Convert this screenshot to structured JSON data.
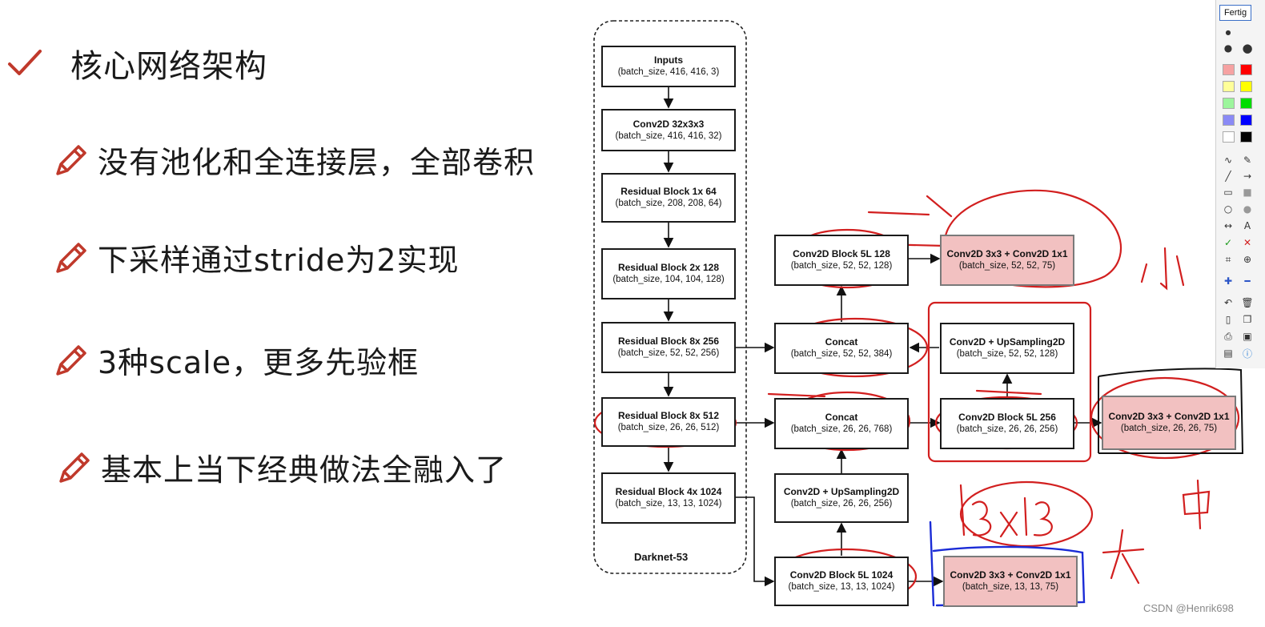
{
  "bullets": {
    "title": "核心网络架构",
    "items": [
      "没有池化和全连接层，全部卷积",
      "下采样通过stride为2实现",
      "3种scale，更多先验框",
      "基本上当下经典做法全融入了"
    ]
  },
  "diagram": {
    "group_label": "Darknet-53",
    "backbone": [
      {
        "name": "Inputs",
        "shape": "(batch_size, 416, 416, 3)"
      },
      {
        "name": "Conv2D 32x3x3",
        "shape": "(batch_size, 416, 416, 32)"
      },
      {
        "name": "Residual Block 1x  64",
        "shape": "(batch_size, 208, 208, 64)"
      },
      {
        "name": "Residual Block 2x  128",
        "shape": "(batch_size, 104, 104, 128)"
      },
      {
        "name": "Residual Block 8x  256",
        "shape": "(batch_size, 52, 52, 256)"
      },
      {
        "name": "Residual Block 8x  512",
        "shape": "(batch_size, 26, 26, 512)"
      },
      {
        "name": "Residual Block 4x  1024",
        "shape": "(batch_size, 13, 13, 1024)"
      }
    ],
    "neck": [
      {
        "name": "Conv2D Block 5L  128",
        "shape": "(batch_size, 52, 52, 128)"
      },
      {
        "name": "Concat",
        "shape": "(batch_size, 52, 52, 384)"
      },
      {
        "name": "Concat",
        "shape": "(batch_size, 26, 26, 768)"
      },
      {
        "name": "Conv2D + UpSampling2D",
        "shape": "(batch_size, 26, 26, 256)"
      },
      {
        "name": "Conv2D Block 5L  1024",
        "shape": "(batch_size, 13, 13, 1024)"
      },
      {
        "name": "Conv2D + UpSampling2D",
        "shape": "(batch_size, 52, 52, 128)"
      },
      {
        "name": "Conv2D Block 5L  256",
        "shape": "(batch_size, 26, 26, 256)"
      }
    ],
    "outputs": [
      {
        "name": "Conv2D 3x3 + Conv2D 1x1",
        "shape": "(batch_size, 52, 52, 75)"
      },
      {
        "name": "Conv2D 3x3 + Conv2D 1x1",
        "shape": "(batch_size, 26, 26, 75)"
      },
      {
        "name": "Conv2D 3x3 + Conv2D 1x1",
        "shape": "(batch_size, 13, 13, 75)"
      }
    ]
  },
  "annotations": {
    "small": "小",
    "medium": "中",
    "large": "大",
    "grid": "13x13",
    "pen_color": "#d21f1f",
    "pen_blue": "#1a2bd6"
  },
  "toolbar": {
    "font_button": "Fertig",
    "text_tool": "A"
  },
  "watermark": "CSDN @Henrik698",
  "colors": {
    "output_fill": "#f2c1c1",
    "check_red": "#c0392b",
    "pencil_red": "#c0392b"
  }
}
